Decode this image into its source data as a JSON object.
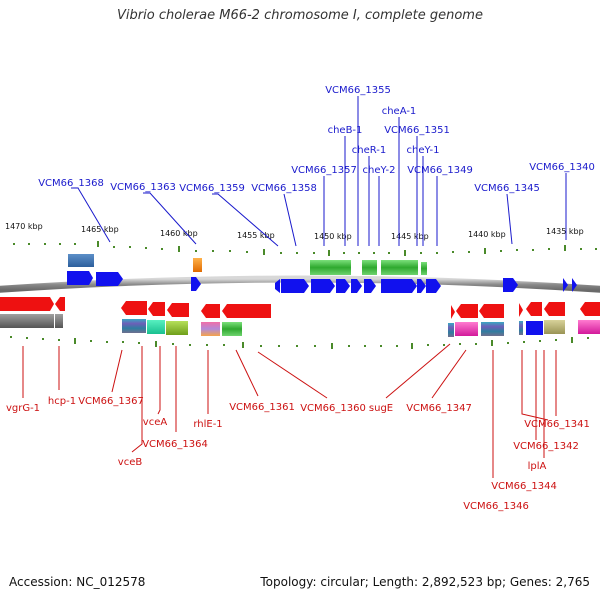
{
  "title": "Vibrio cholerae M66-2 chromosome I, complete genome",
  "colors": {
    "top_label": "#1a1acc",
    "bottom_label": "#cc1111",
    "tick": "#4a8a2a",
    "backbone": "#8c8c8c",
    "forward_gene": "#1111ee",
    "reverse_gene": "#ee1111"
  },
  "scale_labels": [
    {
      "text": "1470 kbp",
      "kbp": 1470
    },
    {
      "text": "1465 kbp",
      "kbp": 1465
    },
    {
      "text": "1460 kbp",
      "kbp": 1460
    },
    {
      "text": "1455 kbp",
      "kbp": 1455
    },
    {
      "text": "1450 kbp",
      "kbp": 1450
    },
    {
      "text": "1445 kbp",
      "kbp": 1445
    },
    {
      "text": "1440 kbp",
      "kbp": 1440
    },
    {
      "text": "1435 kbp",
      "kbp": 1435
    }
  ],
  "top_labels": [
    {
      "text": "VCM66_1355"
    },
    {
      "text": "cheA-1"
    },
    {
      "text": "cheB-1"
    },
    {
      "text": "VCM66_1351"
    },
    {
      "text": "cheR-1"
    },
    {
      "text": "cheY-1"
    },
    {
      "text": "VCM66_1357"
    },
    {
      "text": "cheY-2"
    },
    {
      "text": "VCM66_1349"
    },
    {
      "text": "VCM66_1340"
    },
    {
      "text": "VCM66_1368"
    },
    {
      "text": "VCM66_1363"
    },
    {
      "text": "VCM66_1359"
    },
    {
      "text": "VCM66_1358"
    },
    {
      "text": "VCM66_1345"
    }
  ],
  "bottom_labels": [
    {
      "text": "vgrG-1"
    },
    {
      "text": "hcp-1"
    },
    {
      "text": "VCM66_1367"
    },
    {
      "text": "vceA"
    },
    {
      "text": "vceB"
    },
    {
      "text": "VCM66_1364"
    },
    {
      "text": "rhlE-1"
    },
    {
      "text": "VCM66_1361"
    },
    {
      "text": "VCM66_1360"
    },
    {
      "text": "sugE"
    },
    {
      "text": "VCM66_1347"
    },
    {
      "text": "VCM66_1341"
    },
    {
      "text": "VCM66_1342"
    },
    {
      "text": "lplA"
    },
    {
      "text": "VCM66_1344"
    },
    {
      "text": "VCM66_1346"
    }
  ],
  "footer": {
    "accession": "Accession: NC_012578",
    "topology": "Topology: circular; Length: 2,892,523 bp; Genes: 2,765"
  }
}
